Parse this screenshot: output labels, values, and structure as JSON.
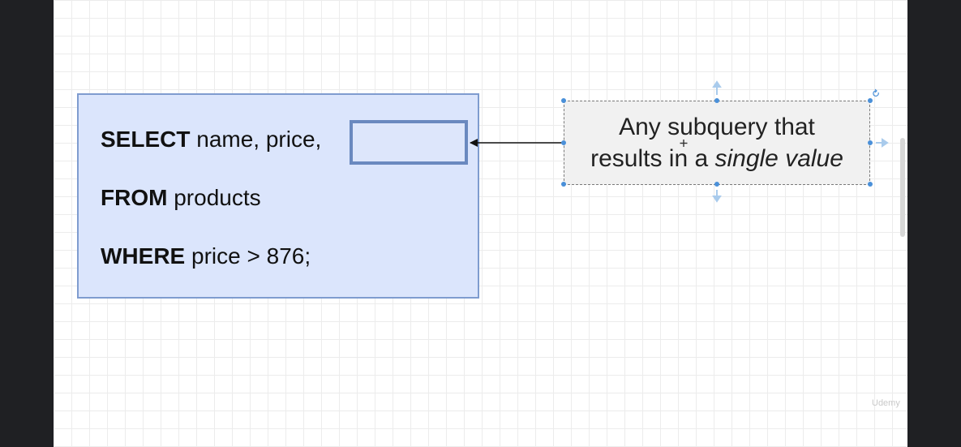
{
  "sql": {
    "line1_keyword": "SELECT",
    "line1_rest": "name, price,",
    "line2_keyword": "FROM",
    "line2_rest": "products",
    "line3_keyword": "WHERE",
    "line3_rest": "price > 876;"
  },
  "note": {
    "line1": "Any subquery that",
    "line2_prefix": "results in a ",
    "line2_italic": "single value"
  },
  "watermark": "Udemy",
  "colors": {
    "sql_box_fill": "#dbe5fc",
    "sql_box_border": "#7f9ccf",
    "selection_handle": "#4a90d9"
  }
}
